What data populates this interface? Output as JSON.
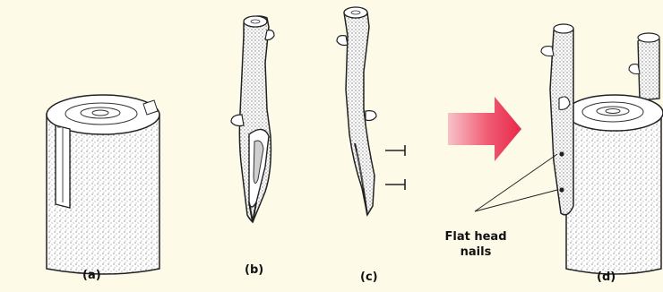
{
  "labels": {
    "a": "(a)",
    "b": "(b)",
    "c": "(c)",
    "d": "(d)"
  },
  "annotation": {
    "line1": "Flat head",
    "line2": "nails"
  },
  "colors": {
    "background": "#fdfbe8",
    "arrow": "#e8284a",
    "arrow_light": "#f6b3bd",
    "stock": "#ffffff",
    "outline": "#222222",
    "stipple": "#9a9a9a"
  },
  "icons": {
    "direction": "right-arrow-icon",
    "nail": "nail-icon"
  }
}
